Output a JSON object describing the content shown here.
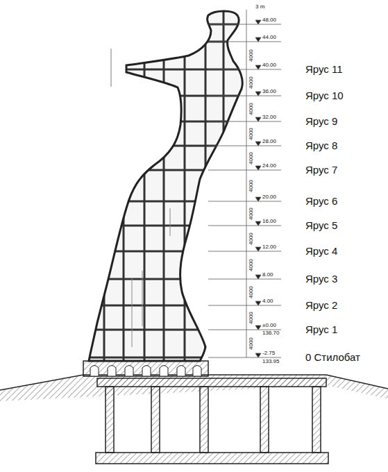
{
  "diagram": {
    "labels": [
      "Ярус 11",
      "Ярус 10",
      "Ярус 9",
      "Ярус 8",
      "Ярус 7",
      "Ярус 6",
      "Ярус 5",
      "Ярус 4",
      "Ярус 3",
      "Ярус 2",
      "Ярус 1",
      "0 Стилобат",
      "48.00",
      "44.00",
      "40.00",
      "36.00",
      "32.00",
      "28.00",
      "24.00",
      "20.00",
      "16.00",
      "12.00",
      "8.00",
      "4.00",
      "±0.00",
      "136.70",
      "-2.75",
      "133.95",
      "3 m",
      "4000",
      "4000",
      "4000",
      "4000",
      "4000",
      "4000",
      "4000",
      "4000",
      "4000",
      "4000",
      "4000",
      "4000"
    ]
  }
}
